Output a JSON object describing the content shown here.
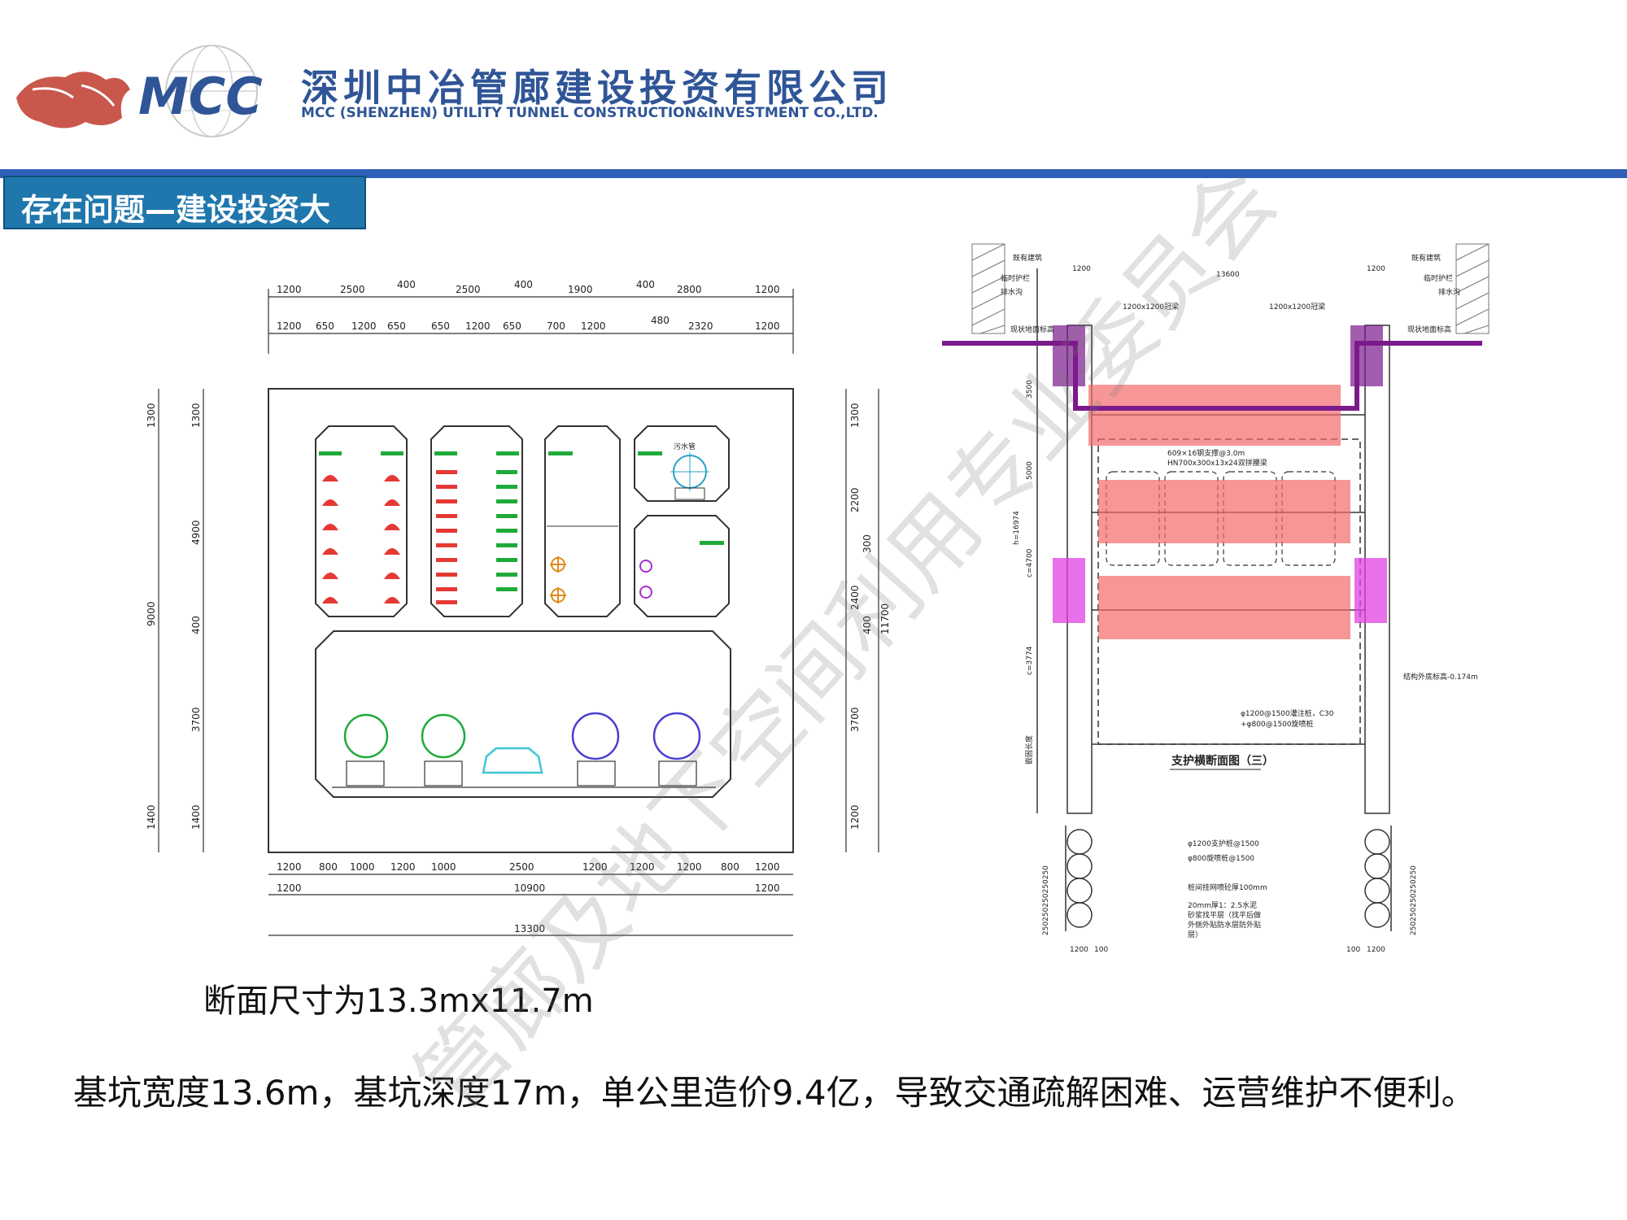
{
  "header": {
    "logo_text": "MCC",
    "company_name_cn": "深圳中冶管廊建设投资有限公司",
    "company_name_en": "MCC (SHENZHEN) UTILITY TUNNEL CONSTRUCTION&INVESTMENT CO.,LTD."
  },
  "section": {
    "title": "存在问题—建设投资大"
  },
  "left_drawing": {
    "top_dims_row1": [
      "1200",
      "2500",
      "400",
      "2500",
      "400",
      "1900",
      "400",
      "2800",
      "1200"
    ],
    "top_dims_row2": [
      "1200",
      "650",
      "1200",
      "650",
      "650",
      "1200",
      "650",
      "700",
      "1200",
      "480",
      "2320",
      "1200"
    ],
    "bottom_dims_row1": [
      "1200",
      "800",
      "1000",
      "1200",
      "1000",
      "2500",
      "1200",
      "1200",
      "1200",
      "800",
      "1200"
    ],
    "bottom_dims_row2": [
      "1200",
      "10900",
      "1200"
    ],
    "bottom_total": "13300",
    "left_outer": [
      "1300",
      "9000",
      "1400"
    ],
    "left_inner": [
      "1300",
      "4900",
      "400",
      "3700",
      "1400"
    ],
    "right_inner": [
      "1300",
      "2200",
      "300",
      "2400",
      "400",
      "3700",
      "1200"
    ],
    "right_outer": "11700",
    "pipe_label": "污水管"
  },
  "right_drawing": {
    "label_existing_building_left": "既有建筑",
    "label_existing_building_right": "既有建筑",
    "label_temp_fence_left": "临时护栏",
    "label_temp_fence_right": "临时护栏",
    "label_drain_left": "排水沟",
    "label_drain_right": "排水沟",
    "label_ground_left": "现状地面标高",
    "label_ground_right": "现状地面标高",
    "dim_1200_left": "1200",
    "dim_13600": "13600",
    "dim_1200_right": "1200",
    "crown_beam_left": "1200x1200冠梁",
    "crown_beam_right": "1200x1200冠梁",
    "dim_3500": "3500",
    "dim_5000": "5000",
    "dim_h": "h=16974",
    "dim_4700": "c=4700",
    "dim_3774": "c=3774",
    "steel_support": "609×16钢支撑@3.0m",
    "steel_waler": "HN700x300x13x24双拼腰梁",
    "bottom_elev": "结构外底标高-0.174m",
    "pile_note_1": "φ1200@1500灌注桩，C30",
    "pile_note_2": "+φ800@1500旋喷桩",
    "embed_label": "嵌固长度",
    "drawing_title": "支护横断面图（三）",
    "legend_1": "φ1200支护桩@1500",
    "legend_2": "φ800旋喷桩@1500",
    "legend_3": "桩间挂网喷砼厚100mm",
    "legend_4": "20mm厚1：2.5水泥",
    "legend_5": "砂浆找平层（找平后做",
    "legend_6": "外侧外贴防水层防外贴",
    "legend_7": "层）",
    "plan_dim_1": "1200",
    "plan_dim_2": "100",
    "plan_dim_3": "100",
    "plan_dim_4": "1200",
    "plan_side": "250250250250250"
  },
  "captions": {
    "section_size": "断面尺寸为13.3mx11.7m",
    "summary": "基坑宽度13.6m，基坑深度17m，单公里造价9.4亿，导致交通疏解困难、运营维护不便利。"
  },
  "watermark": "管廊及地下空间利用专业委员会",
  "colors": {
    "brand_blue": "#2f5597",
    "tab_blue": "#1f77ad",
    "rule_blue": "#2f5fb8",
    "logo_red": "#c0392b",
    "highlight_red": "#f46a6a",
    "highlight_magenta": "#e040e0",
    "highlight_purple": "#7b1a8b"
  }
}
